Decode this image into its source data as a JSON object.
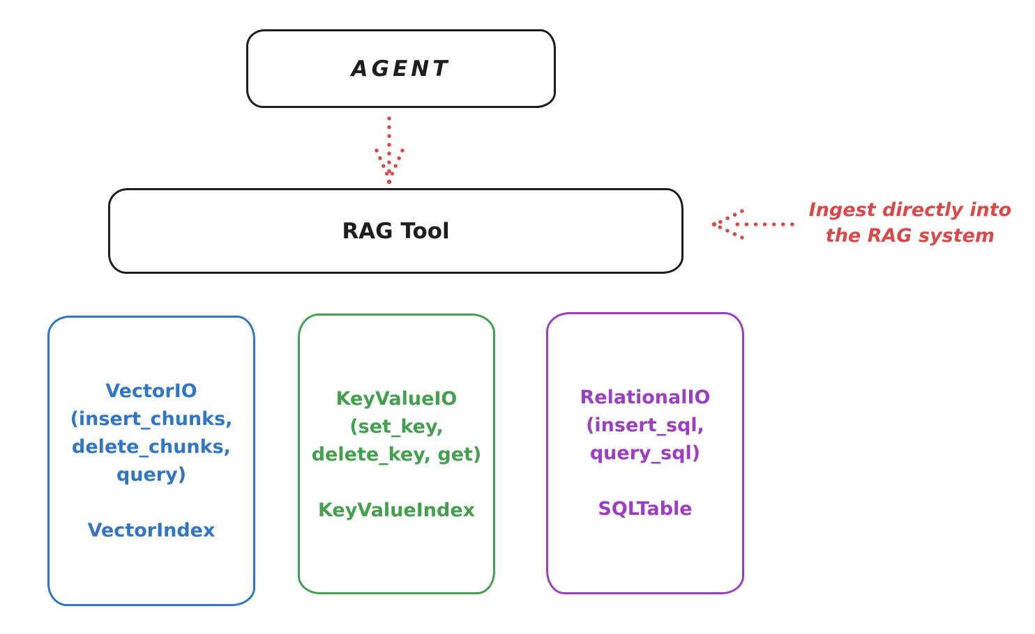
{
  "agent": {
    "label": "AGENT"
  },
  "rag_tool": {
    "label": "RAG Tool"
  },
  "annotation": {
    "line1": "Ingest directly into",
    "line2": "the RAG system"
  },
  "stores": [
    {
      "id": "vector-io",
      "lines": [
        "VectorIO",
        "(insert_chunks,",
        "delete_chunks,",
        "query)"
      ],
      "index_label": "VectorIndex",
      "color": "#3276c3"
    },
    {
      "id": "key-value-io",
      "lines": [
        "KeyValueIO",
        "(set_key,",
        "delete_key, get)"
      ],
      "index_label": "KeyValueIndex",
      "color": "#44a04e"
    },
    {
      "id": "relational-io",
      "lines": [
        "RelationalIO",
        "(insert_sql,",
        "query_sql)"
      ],
      "index_label": "SQLTable",
      "color": "#9b3fc0"
    }
  ],
  "colors": {
    "stroke_black": "#1e1e1e",
    "annotation_red": "#d84a4a",
    "vector_blue": "#3276c3",
    "keyvalue_green": "#44a04e",
    "relational_purple": "#9b3fc0",
    "background": "#ffffff"
  }
}
